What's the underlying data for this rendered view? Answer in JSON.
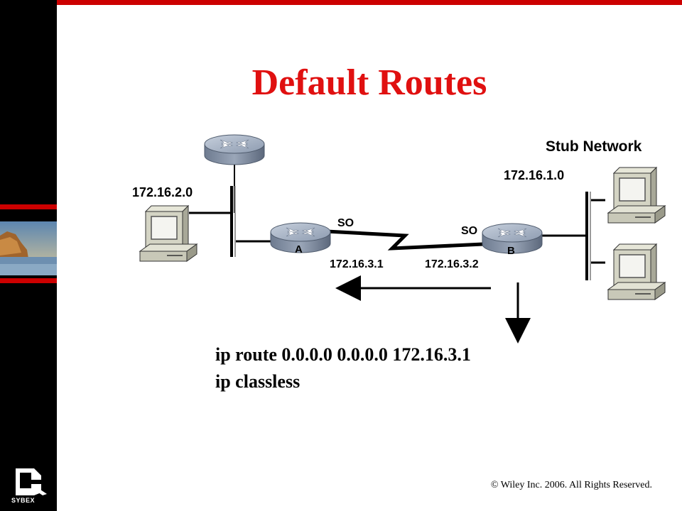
{
  "slide": {
    "title": "Default Routes",
    "footer": "© Wiley Inc. 2006. All Rights Reserved.",
    "logo_text": "SYBEX"
  },
  "diagram": {
    "stub_label": "Stub Network",
    "net_left": "172.16.2.0",
    "net_right": "172.16.1.0",
    "router_a": "A",
    "router_b": "B",
    "serial_a": "SO",
    "serial_b": "SO",
    "ip_a": "172.16.3.1",
    "ip_b": "172.16.3.2"
  },
  "commands": {
    "line1": "ip route 0.0.0.0 0.0.0.0 172.16.3.1",
    "line2": "ip classless"
  },
  "colors": {
    "accent": "#cc0000",
    "title": "#e01010",
    "router": "#a6b2c4",
    "computer": "#d4d4c4"
  }
}
